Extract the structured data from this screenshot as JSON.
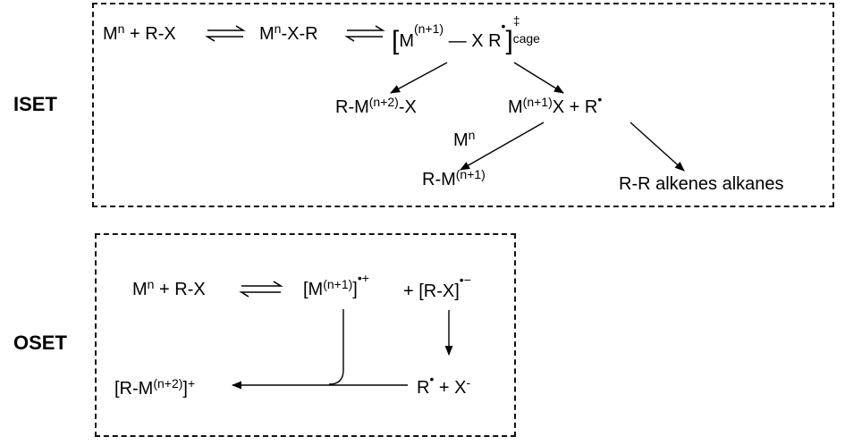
{
  "labels": {
    "iset": "ISET",
    "oset": "OSET"
  },
  "iset": {
    "m_n": "M",
    "n": "n",
    "plus_rx": " + R-X",
    "m_n2": "M",
    "n2": "n",
    "xr": "-X-R",
    "bracket_open": "[",
    "m_cage": "M",
    "n_plus1": "(n+1)",
    "dash_x": " — X  R",
    "radical_dot": "•",
    "bracket_close": "]",
    "dagger": "‡",
    "cage": "cage",
    "p1_rm": "R-M",
    "p1_exp": "(n+2)",
    "p1_x": "-X",
    "p2_m": "M",
    "p2_exp": "(n+1)",
    "p2_x": "X  +  R",
    "p2_dot": "•",
    "mn_mid": "M",
    "mn_mid_exp": "n",
    "p3_rm": "R-M",
    "p3_exp": "(n+1)",
    "p4": "R-R alkenes alkanes"
  },
  "oset": {
    "m": "M",
    "n": "n",
    "plus_rx": " + R-X",
    "bracket_m": "[M",
    "exp": "(n+1)",
    "bracket_close": "]",
    "cation_mark": "•+",
    "plus_rx_anion_a": "+ [R-X]",
    "anion_mark": "•−",
    "r": "R",
    "r_dot": "•",
    "plus_x": " + X",
    "x_charge": "-",
    "product_a": "[R-M",
    "product_exp": "(n+2)",
    "product_b": "]",
    "product_charge": "+"
  }
}
